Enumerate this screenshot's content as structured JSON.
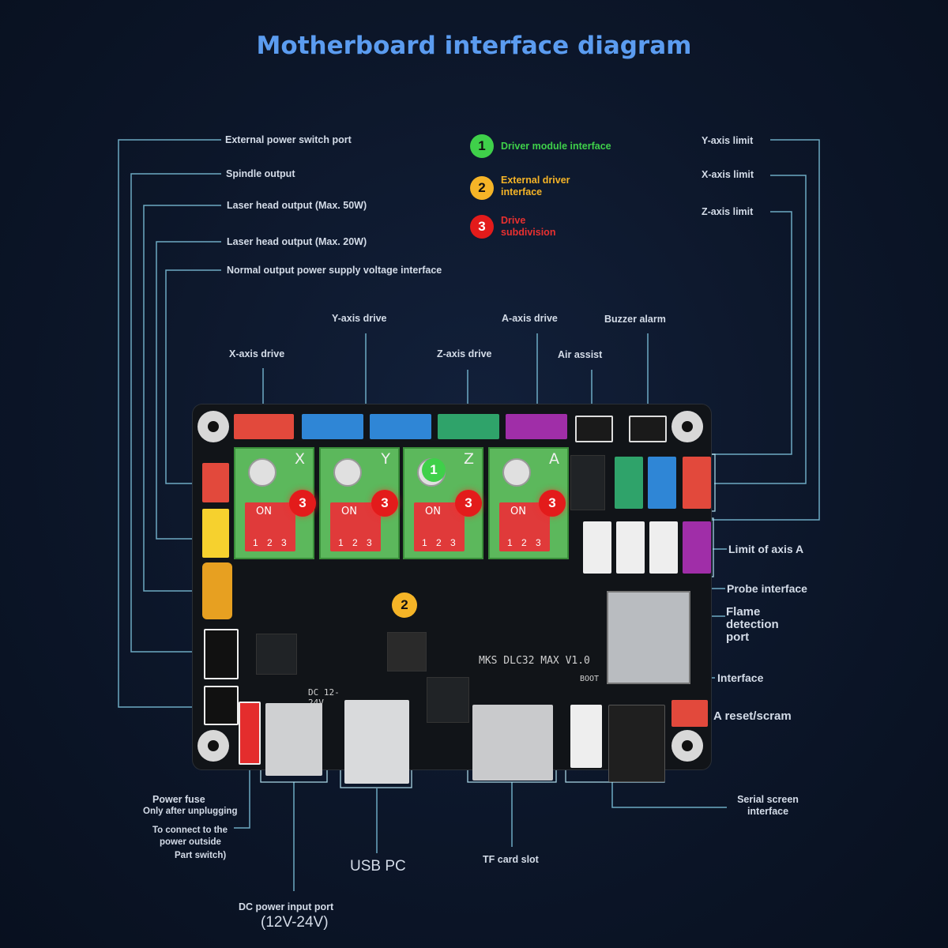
{
  "title": "Motherboard interface diagram",
  "legend": [
    {
      "number": "1",
      "text": "Driver module interface",
      "color": "#3fd04a"
    },
    {
      "number": "2",
      "text": "External driver interface",
      "color": "#f5b427"
    },
    {
      "number": "3",
      "text": "Drive subdivision",
      "color": "#e31b1b"
    }
  ],
  "left_labels": {
    "ext_power_switch": "External power switch port",
    "spindle": "Spindle output",
    "laser50": "Laser head output (Max. 50W)",
    "laser20": "Laser head output (Max. 20W)",
    "normal_output": "Normal output power supply voltage interface"
  },
  "right_labels": {
    "y_limit": "Y-axis limit",
    "x_limit": "X-axis limit",
    "z_limit": "Z-axis limit",
    "a_limit": "Limit of axis A",
    "probe": "Probe interface",
    "flame": "Flame detection port",
    "interface": "Interface",
    "reset": "A reset/scram",
    "serial": "Serial screen interface"
  },
  "top_labels": {
    "x_drive": "X-axis drive",
    "y_drive": "Y-axis drive",
    "z_drive": "Z-axis drive",
    "a_drive": "A-axis drive",
    "air": "Air assist",
    "buzzer": "Buzzer alarm"
  },
  "bottom_labels": {
    "fuse": "Power fuse",
    "only_after": "Only after unplugging",
    "to_connect": "To connect to the",
    "power_outside": "power outside",
    "part_switch": "Part switch)",
    "usb": "USB PC",
    "tf": "TF card slot",
    "dc": "DC power input port",
    "dc_range": "(12V-24V)"
  },
  "board": {
    "model": "MKS DLC32 MAX V1.0",
    "dc_silk": "DC 12-24V",
    "boot": "BOOT",
    "driver_letters": [
      "X",
      "Y",
      "Z",
      "A"
    ],
    "dip_on": "ON",
    "dip_nums": [
      "1",
      "2",
      "3"
    ]
  }
}
